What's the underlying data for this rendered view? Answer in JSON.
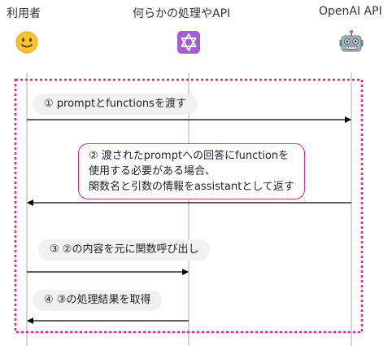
{
  "actors": [
    {
      "label": "利用者",
      "icon": "smiley-face-icon"
    },
    {
      "label": "何らかの処理やAPI",
      "icon": "six-pointed-star-icon"
    },
    {
      "label": "OpenAI API",
      "icon": "robot-icon"
    }
  ],
  "messages": [
    {
      "text": "① promptとfunctionsを渡す",
      "direction": "right"
    },
    {
      "lines": [
        "② 渡されたpromptへの回答にfunctionを",
        "使用する必要がある場合、",
        "関数名と引数の情報をassistantとして返す"
      ],
      "direction": "left"
    },
    {
      "text": "③ ②の内容を元に関数呼び出し",
      "direction": "right"
    },
    {
      "text": "④ ③の処理結果を取得",
      "direction": "left"
    }
  ],
  "colors": {
    "highlight": "#e61fa3",
    "lifeline": "#c8c8c8",
    "arrow": "#000000",
    "bubble": "#f1f1f1"
  }
}
